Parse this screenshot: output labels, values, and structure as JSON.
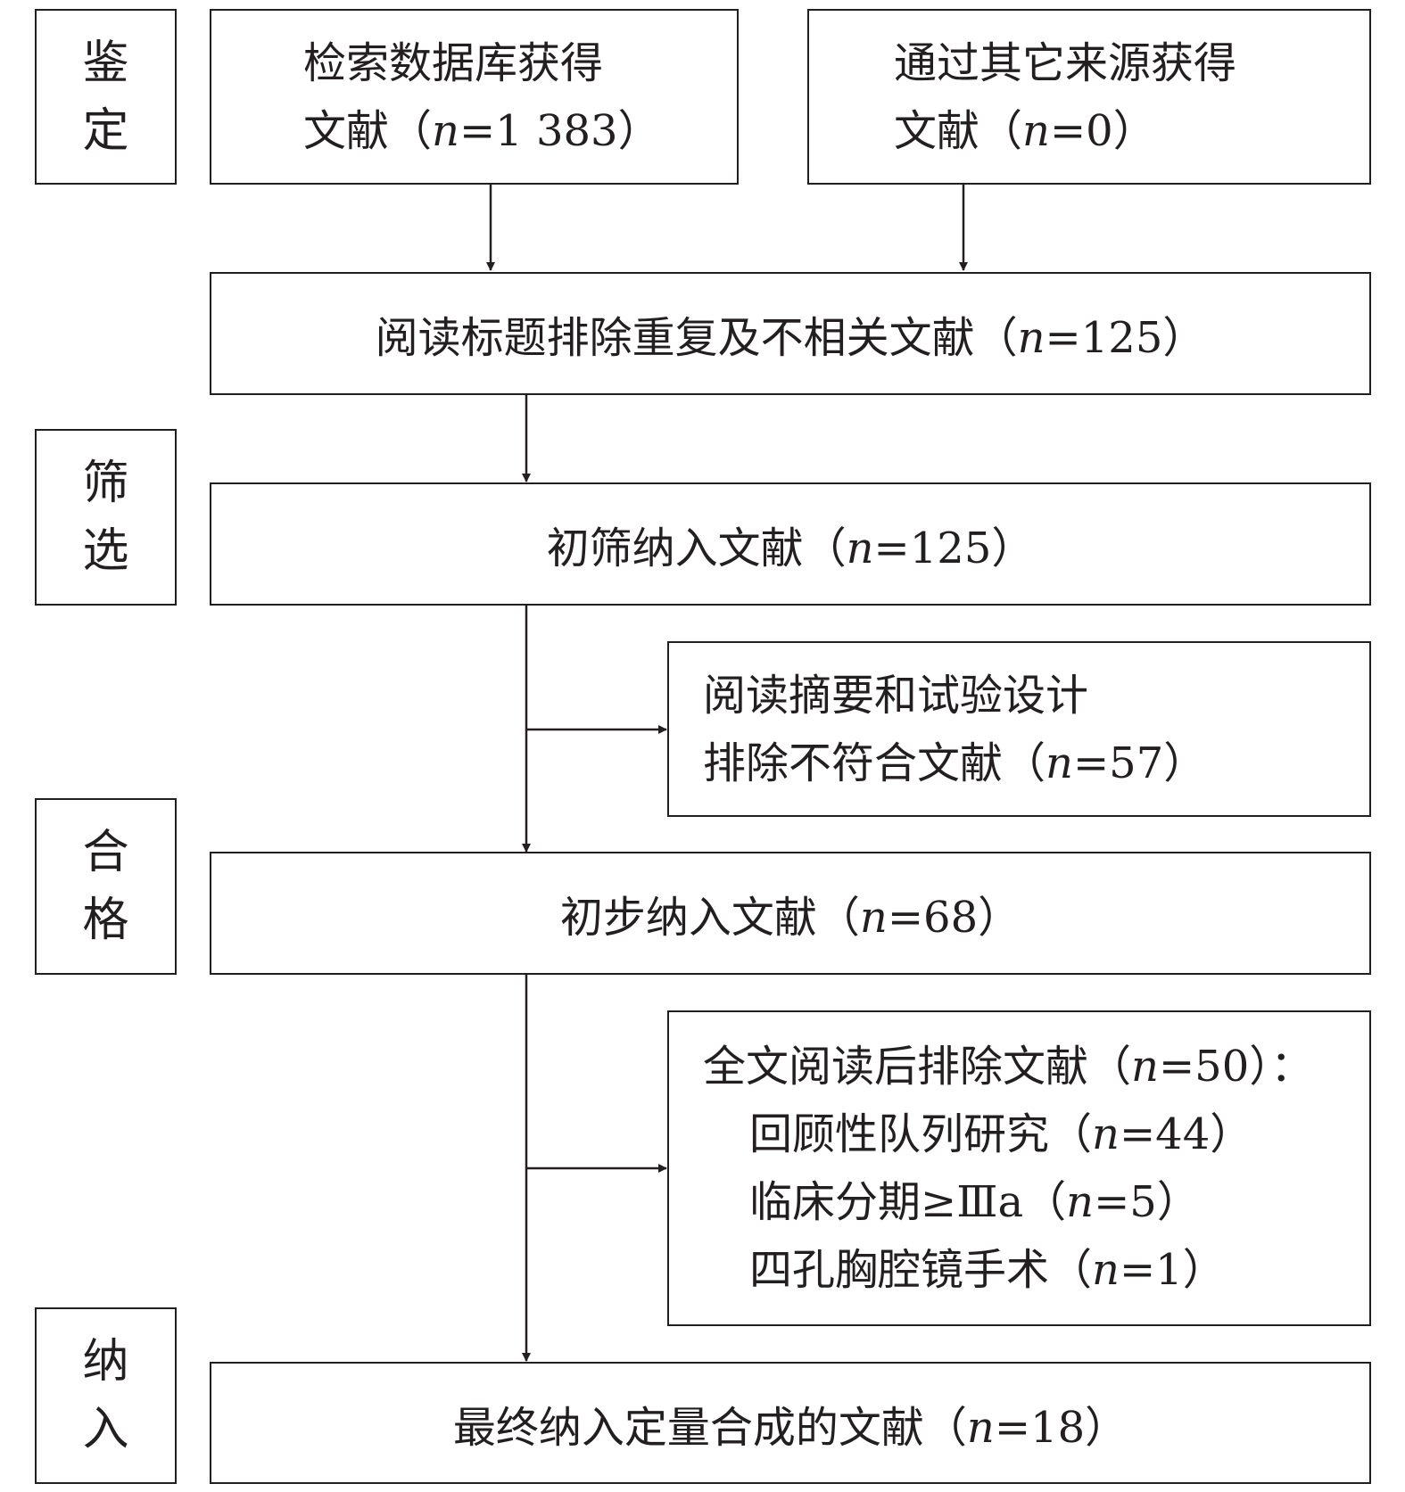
{
  "stages": {
    "identification": [
      "鉴",
      "定"
    ],
    "screening": [
      "筛",
      "选"
    ],
    "eligibility": [
      "合",
      "格"
    ],
    "included": [
      "纳",
      "入"
    ]
  },
  "boxes": {
    "database": {
      "line1": "检索数据库获得",
      "line2_prefix": "文献（",
      "n": "n",
      "line2_value": "=1 383）"
    },
    "other_sources": {
      "line1": "通过其它来源获得",
      "line2_prefix": "文献（",
      "n": "n",
      "line2_value": "=0）"
    },
    "title_screen": {
      "prefix": "阅读标题排除重复及不相关文献（",
      "n": "n",
      "value": "=125）"
    },
    "initial_included": {
      "prefix": "初筛纳入文献（",
      "n": "n",
      "value": "=125）"
    },
    "abstract_exclusion": {
      "line1": "阅读摘要和试验设计",
      "line2_prefix": "排除不符合文献（",
      "n": "n",
      "line2_value": "=57）"
    },
    "preliminary_included": {
      "prefix": "初步纳入文献（",
      "n": "n",
      "value": "=68）"
    },
    "fulltext_exclusion": {
      "header_prefix": "全文阅读后排除文献（",
      "n": "n",
      "header_value": "=50）：",
      "reasons": [
        {
          "prefix": "回顾性队列研究（",
          "n": "n",
          "value": "=44）"
        },
        {
          "prefix": "临床分期≥Ⅲa（",
          "n": "n",
          "value": "=5）"
        },
        {
          "prefix": "四孔胸腔镜手术（",
          "n": "n",
          "value": "=1）"
        }
      ]
    },
    "final_included": {
      "prefix": "最终纳入定量合成的文献（",
      "n": "n",
      "value": "=18）"
    }
  }
}
